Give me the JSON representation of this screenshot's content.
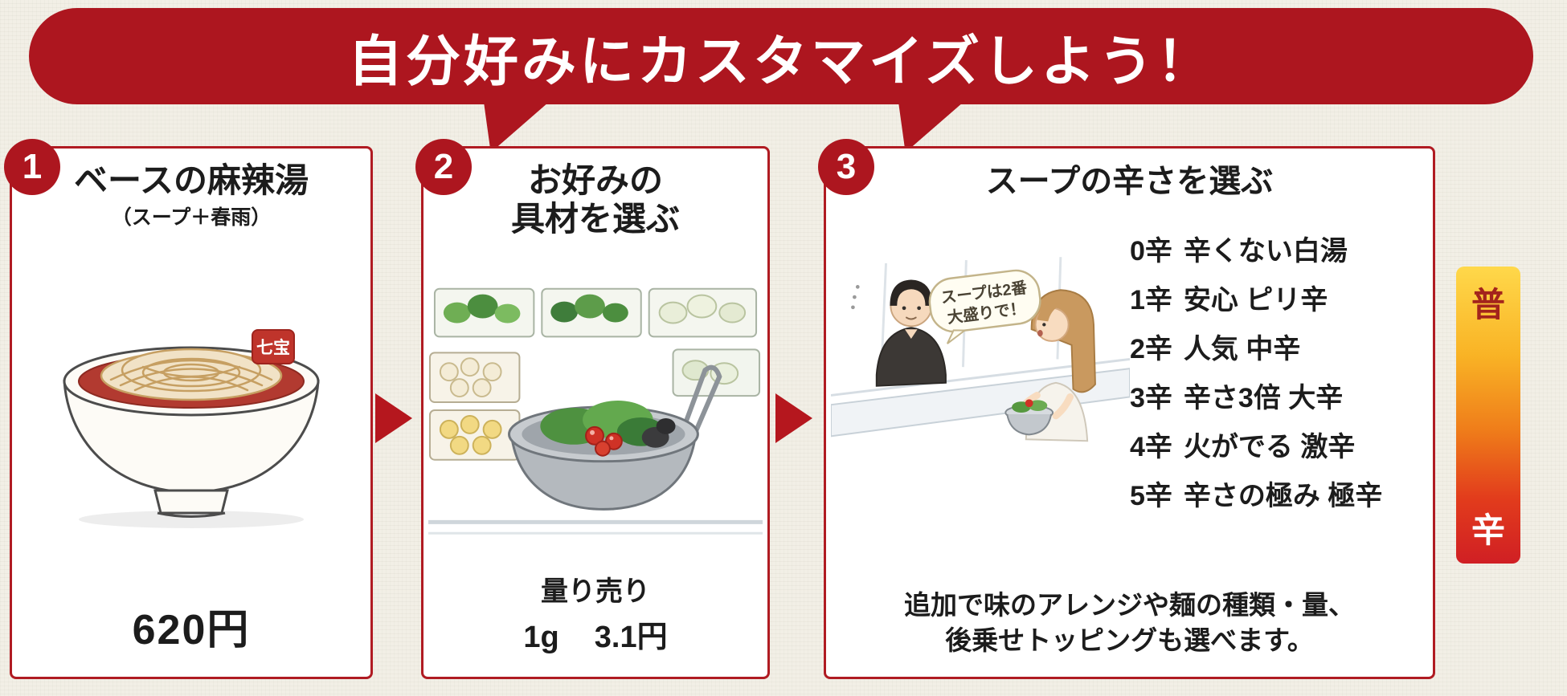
{
  "theme": {
    "accent_red": "#ad161f",
    "panel_border": "#b01b22",
    "background": "#f2efe6",
    "scale_gradient_top": "#ffd84a",
    "scale_gradient_bottom": "#d01f24"
  },
  "banner": {
    "title": "自分好みにカスタマイズしよう！"
  },
  "steps": [
    {
      "number": "1",
      "title": "ベースの麻辣湯",
      "subtitle": "（スープ＋春雨）",
      "bowl_stamp": "七宝",
      "price": "620円"
    },
    {
      "number": "2",
      "title_line1": "お好みの",
      "title_line2": "具材を選ぶ",
      "sale_label": "量り売り",
      "unit": "1g",
      "unit_price": "3.1円"
    },
    {
      "number": "3",
      "title": "スープの辛さを選ぶ",
      "speech_line1": "スープは2番",
      "speech_line2": "大盛りで！",
      "spice_levels": [
        {
          "level": "0辛",
          "label": "辛くない白湯"
        },
        {
          "level": "1辛",
          "label": "安心 ピリ辛"
        },
        {
          "level": "2辛",
          "label": "人気 中辛"
        },
        {
          "level": "3辛",
          "label": "辛さ3倍 大辛"
        },
        {
          "level": "4辛",
          "label": "火がでる 激辛"
        },
        {
          "level": "5辛",
          "label": "辛さの極み 極辛"
        }
      ],
      "note_line1": "追加で味のアレンジや麺の種類・量、",
      "note_line2": "後乗せトッピングも選べます。"
    }
  ],
  "spice_scale": {
    "top": "普",
    "bottom": "辛"
  }
}
